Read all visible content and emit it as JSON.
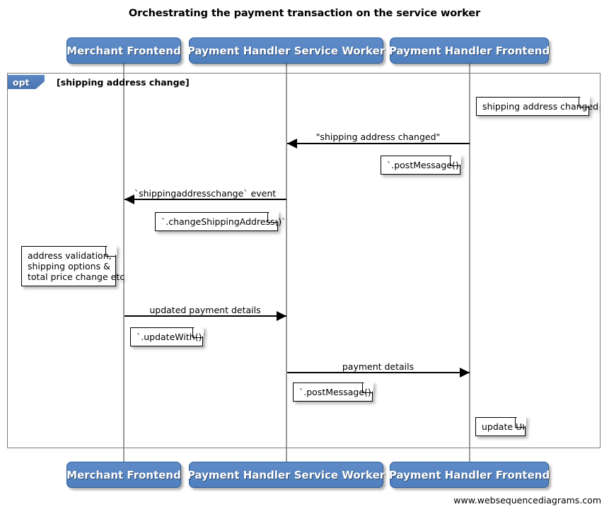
{
  "title": "Orchestrating the payment transaction on the service worker",
  "footer": {
    "url": "www.websequencediagrams.com"
  },
  "colors": {
    "participant_fill": "#4f7fbe",
    "participant_border": "#2e5a93",
    "participant_text": "#ffffff",
    "fragment_border": "#7d7d7d",
    "lifeline": "#9a9a9a",
    "note_fill": "#ffffff",
    "note_border": "#000000",
    "arrow": "#000000",
    "background": "#ffffff"
  },
  "participants": [
    {
      "id": "merchant-frontend",
      "label": "Merchant Frontend"
    },
    {
      "id": "payment-handler-service-worker",
      "label": "Payment Handler Service Worker"
    },
    {
      "id": "payment-handler-frontend",
      "label": "Payment Handler Frontend"
    }
  ],
  "fragment": {
    "type": "opt",
    "tab_label": "opt",
    "guard": "[shipping address change]"
  },
  "messages": [
    {
      "id": "shipping-address-changed",
      "label": "\"shipping address changed\"",
      "from": "payment-handler-frontend",
      "to": "payment-handler-service-worker",
      "direction": "left"
    },
    {
      "id": "shippingaddresschange-event",
      "label": "`shippingaddresschange` event",
      "from": "payment-handler-service-worker",
      "to": "merchant-frontend",
      "direction": "left"
    },
    {
      "id": "updated-payment-details",
      "label": "updated payment details",
      "from": "merchant-frontend",
      "to": "payment-handler-service-worker",
      "direction": "right"
    },
    {
      "id": "payment-details",
      "label": "payment details",
      "from": "payment-handler-service-worker",
      "to": "payment-handler-frontend",
      "direction": "right"
    }
  ],
  "notes": [
    {
      "id": "note-shipping-address-changed",
      "lines": [
        "shipping address changed"
      ]
    },
    {
      "id": "note-post-message-1",
      "lines": [
        "`.postMessage()`"
      ]
    },
    {
      "id": "note-change-shipping-address",
      "lines": [
        "`.changeShippingAddress()`"
      ]
    },
    {
      "id": "note-address-validation",
      "lines": [
        "address validation,",
        "shipping options &",
        "total price change etc"
      ]
    },
    {
      "id": "note-update-with",
      "lines": [
        "`.updateWith()`"
      ]
    },
    {
      "id": "note-post-message-2",
      "lines": [
        "`.postMessage()`"
      ]
    },
    {
      "id": "note-update-ui",
      "lines": [
        "update UI"
      ]
    }
  ]
}
